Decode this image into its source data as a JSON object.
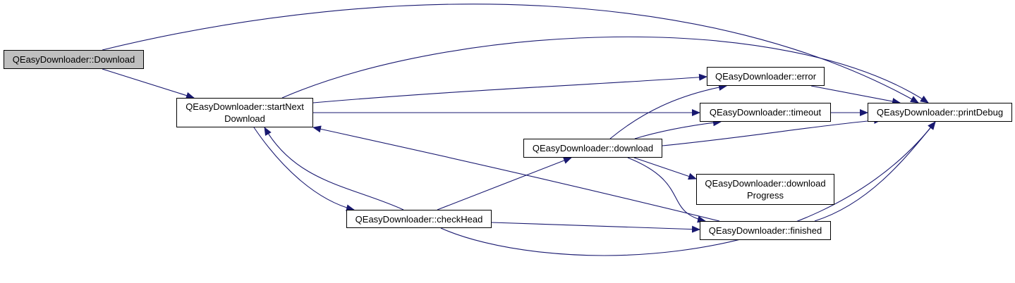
{
  "graph": {
    "edge_color": "#191970",
    "node_border_color": "#000000",
    "root_fill": "#bfbfbf",
    "node_fill": "#ffffff"
  },
  "nodes": {
    "download_root": {
      "label": "QEasyDownloader::Download"
    },
    "start_next_download": {
      "line1": "QEasyDownloader::startNext",
      "line2": "Download"
    },
    "check_head": {
      "label": "QEasyDownloader::checkHead"
    },
    "download": {
      "label": "QEasyDownloader::download"
    },
    "error": {
      "label": "QEasyDownloader::error"
    },
    "timeout": {
      "label": "QEasyDownloader::timeout"
    },
    "download_progress": {
      "line1": "QEasyDownloader::download",
      "line2": "Progress"
    },
    "finished": {
      "label": "QEasyDownloader::finished"
    },
    "print_debug": {
      "label": "QEasyDownloader::printDebug"
    }
  },
  "edges": [
    {
      "from": "QEasyDownloader::Download",
      "to": "QEasyDownloader::printDebug"
    },
    {
      "from": "QEasyDownloader::Download",
      "to": "QEasyDownloader::startNextDownload"
    },
    {
      "from": "QEasyDownloader::startNextDownload",
      "to": "QEasyDownloader::printDebug"
    },
    {
      "from": "QEasyDownloader::startNextDownload",
      "to": "QEasyDownloader::error"
    },
    {
      "from": "QEasyDownloader::startNextDownload",
      "to": "QEasyDownloader::timeout"
    },
    {
      "from": "QEasyDownloader::startNextDownload",
      "to": "QEasyDownloader::checkHead"
    },
    {
      "from": "QEasyDownloader::checkHead",
      "to": "QEasyDownloader::startNextDownload"
    },
    {
      "from": "QEasyDownloader::checkHead",
      "to": "QEasyDownloader::download"
    },
    {
      "from": "QEasyDownloader::checkHead",
      "to": "QEasyDownloader::finished"
    },
    {
      "from": "QEasyDownloader::checkHead",
      "to": "QEasyDownloader::printDebug"
    },
    {
      "from": "QEasyDownloader::download",
      "to": "QEasyDownloader::error"
    },
    {
      "from": "QEasyDownloader::download",
      "to": "QEasyDownloader::timeout"
    },
    {
      "from": "QEasyDownloader::download",
      "to": "QEasyDownloader::printDebug"
    },
    {
      "from": "QEasyDownloader::download",
      "to": "QEasyDownloader::downloadProgress"
    },
    {
      "from": "QEasyDownloader::download",
      "to": "QEasyDownloader::finished"
    },
    {
      "from": "QEasyDownloader::error",
      "to": "QEasyDownloader::printDebug"
    },
    {
      "from": "QEasyDownloader::timeout",
      "to": "QEasyDownloader::printDebug"
    },
    {
      "from": "QEasyDownloader::finished",
      "to": "QEasyDownloader::startNextDownload"
    },
    {
      "from": "QEasyDownloader::finished",
      "to": "QEasyDownloader::printDebug"
    }
  ]
}
